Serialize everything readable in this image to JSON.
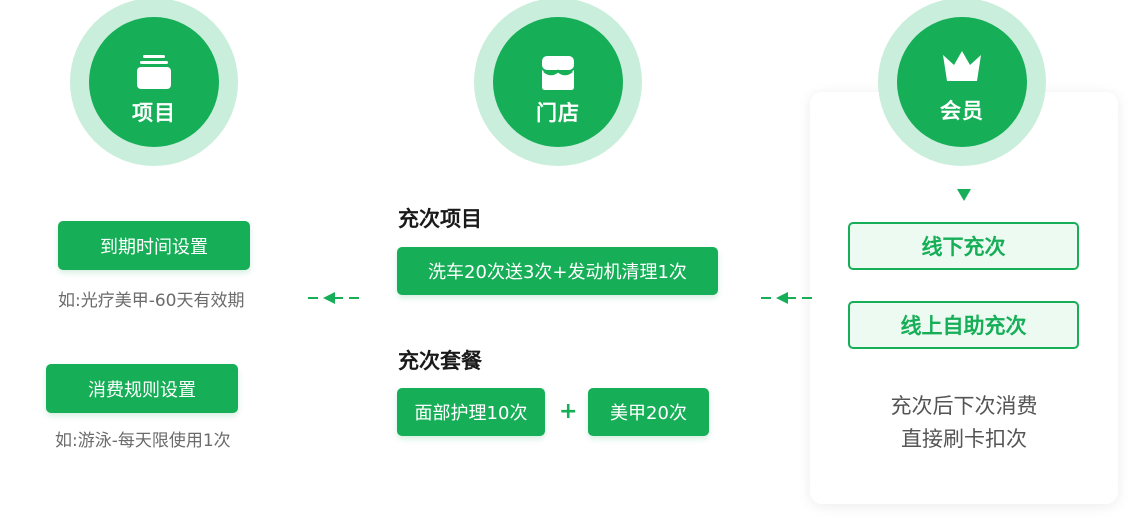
{
  "nodes": {
    "project": {
      "label": "项目",
      "icon": "inbox-tray-icon"
    },
    "store": {
      "label": "门店",
      "icon": "storefront-icon"
    },
    "member": {
      "label": "会员",
      "icon": "crown-icon"
    }
  },
  "left": {
    "expiry_button": "到期时间设置",
    "expiry_note": "如:光疗美甲-60天有效期",
    "rules_button": "消费规则设置",
    "rules_note": "如:游泳-每天限使用1次"
  },
  "center": {
    "recharge_items_heading": "充次项目",
    "recharge_item": "洗车20次送3次+发动机清理1次",
    "recharge_package_heading": "充次套餐",
    "package_item_1": "面部护理10次",
    "plus": "+",
    "package_item_2": "美甲20次"
  },
  "member_card": {
    "offline_button": "线下充次",
    "online_button": "线上自助充次",
    "desc_line1": "充次后下次消费",
    "desc_line2": "直接刷卡扣次"
  },
  "colors": {
    "primary": "#16ae57",
    "ring": "#c9eedb",
    "outline_fill": "#ecfaf2"
  }
}
